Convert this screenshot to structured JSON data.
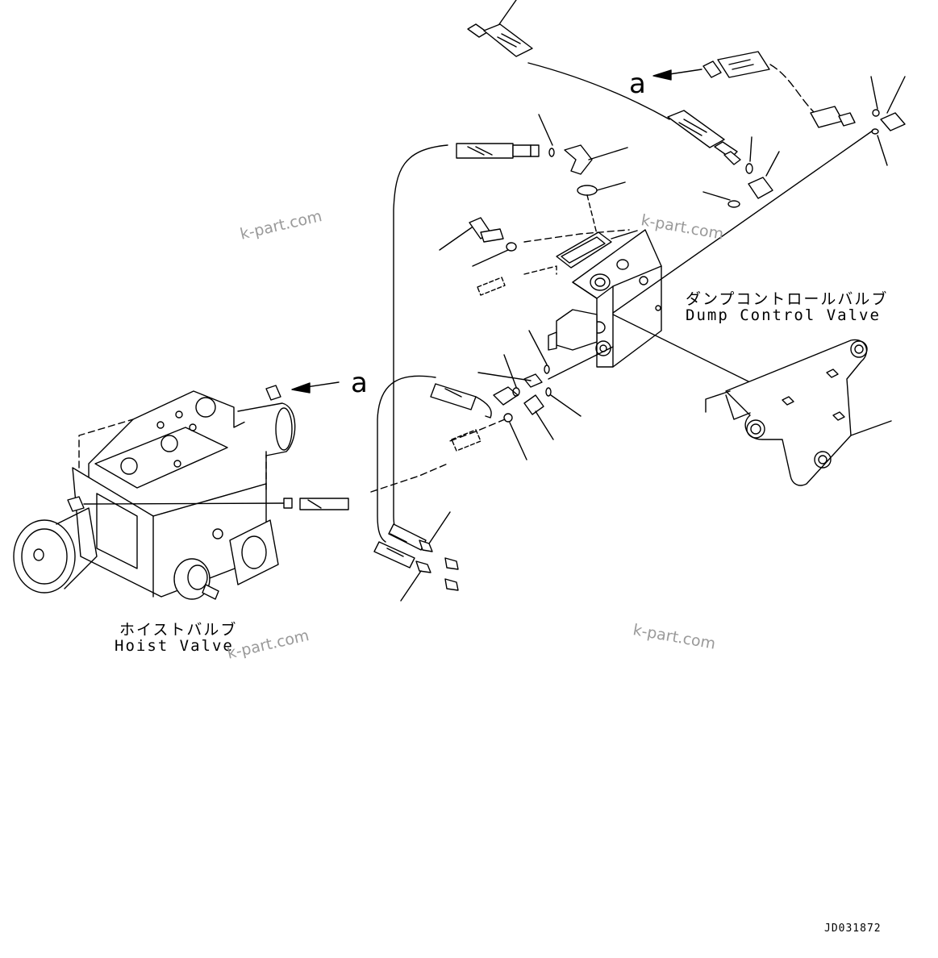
{
  "labels": {
    "hoist_valve_jp": "ホイストバルブ",
    "hoist_valve_en": "Hoist Valve",
    "dump_valve_jp": "ダンプコントロールバルブ",
    "dump_valve_en": "Dump Control Valve",
    "arrow_a_top": "a",
    "arrow_a_left": "a",
    "drawing_code": "JD031872"
  },
  "watermarks": [
    "k-part.com",
    "k-part.com",
    "k-part.com",
    "k-part.com"
  ]
}
